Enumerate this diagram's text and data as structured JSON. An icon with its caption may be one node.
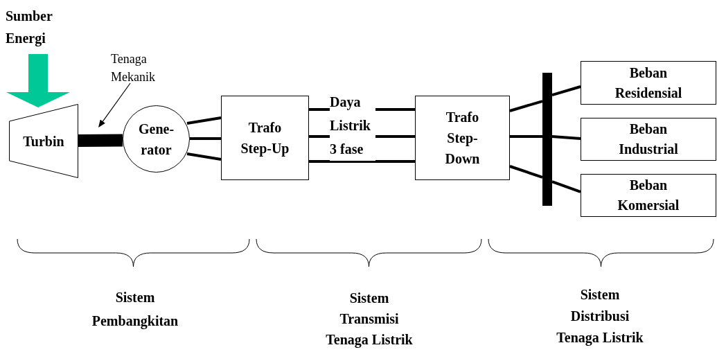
{
  "diagram": {
    "nodes": [
      {
        "text": [
          "Sumber Energi"
        ]
      },
      {
        "text": [
          "Turbin"
        ]
      },
      {
        "text": [
          "Gene- rator"
        ]
      },
      {
        "text": [
          "Trafo Step-Up"
        ]
      },
      {
        "text": [
          "Trafo Step-Down"
        ]
      },
      {
        "text": [],
        "shape": "bar"
      },
      {
        "text": [
          "Beban Residensial"
        ]
      },
      {
        "text": [
          "Beban Industrial"
        ]
      },
      {
        "text": [
          "Beban Komersial"
        ]
      },
      {
        "text": [
          "Tenaga Mekanik"
        ]
      }
    ],
    "edges": [
      {
        "from": 0,
        "to": 1,
        "arrow": "to",
        "style": "thick",
        "color": "#00c896"
      },
      {
        "from": 1,
        "to": 2,
        "arrow": "none",
        "style": "thick"
      },
      {
        "from": 9,
        "to": null,
        "arrow": "to"
      },
      {
        "from": 2,
        "to": 3,
        "arrow": "none"
      },
      {
        "from": 2,
        "to": 3,
        "arrow": "none"
      },
      {
        "from": 2,
        "to": 3,
        "arrow": "none"
      },
      {
        "from": 3,
        "to": 4,
        "arrow": "none"
      },
      {
        "from": 3,
        "to": 4,
        "arrow": "none"
      },
      {
        "from": 3,
        "to": 4,
        "arrow": "none"
      },
      {
        "from": 4,
        "to": 5,
        "arrow": "none"
      },
      {
        "from": 4,
        "to": 5,
        "arrow": "none"
      },
      {
        "from": 4,
        "to": 5,
        "arrow": "none"
      },
      {
        "from": 5,
        "to": 6,
        "arrow": "none"
      },
      {
        "from": 5,
        "to": 7,
        "arrow": "none"
      },
      {
        "from": 5,
        "to": 8,
        "arrow": "none"
      }
    ],
    "labels": [
      "Daya Listrik 3 fase",
      "Sistem Pembangkitan",
      "Sistem Transmisi Tenaga Listrik",
      "Sistem Distribusi Tenaga Listrik"
    ]
  }
}
